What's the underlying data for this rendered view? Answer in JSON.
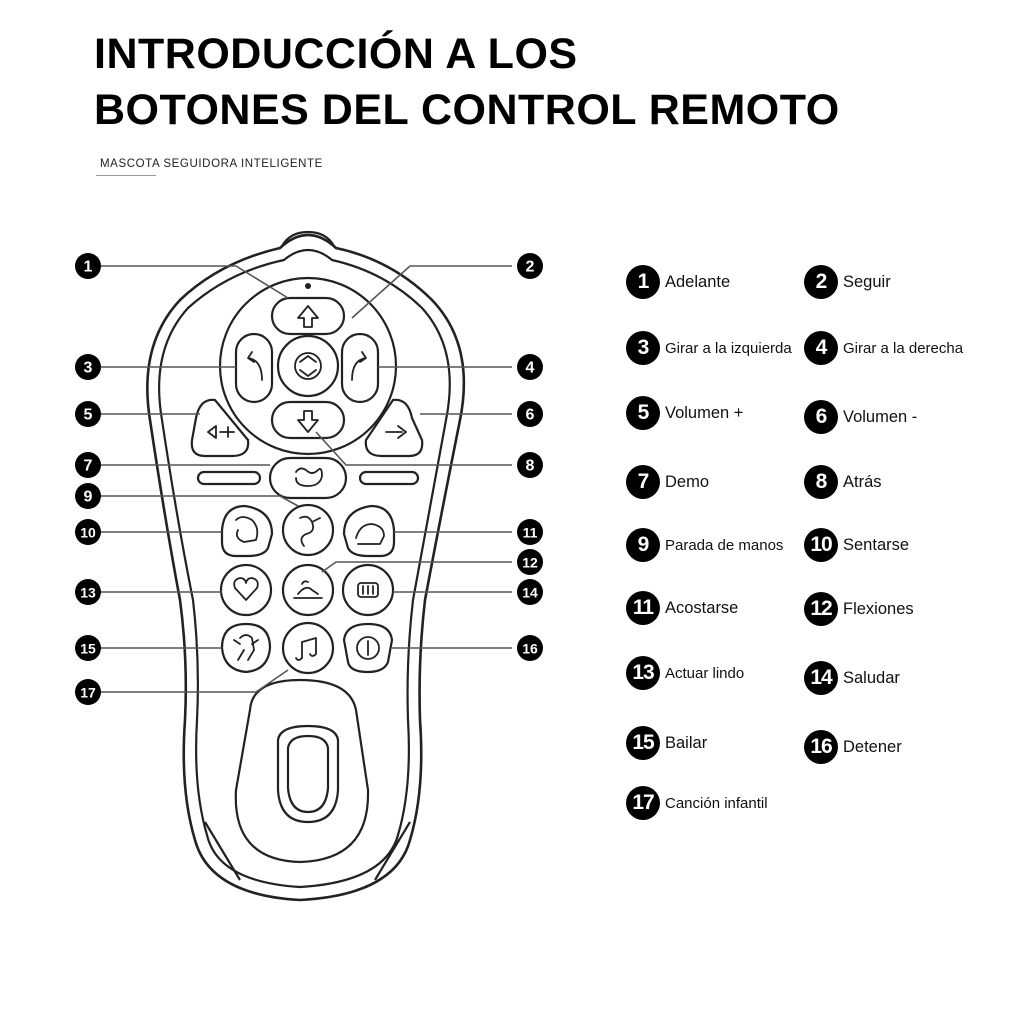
{
  "header": {
    "title_line1": "INTRODUCCIÓN A LOS",
    "title_line2": "BOTONES DEL CONTROL REMOTO",
    "subtitle": "MASCOTA SEGUIDORA INTELIGENTE"
  },
  "callouts": [
    "1",
    "2",
    "3",
    "4",
    "5",
    "6",
    "7",
    "8",
    "9",
    "10",
    "11",
    "12",
    "13",
    "14",
    "15",
    "16",
    "17"
  ],
  "legend": [
    {
      "number": "1",
      "label": "Adelante"
    },
    {
      "number": "2",
      "label": "Seguir"
    },
    {
      "number": "3",
      "label": "Girar a la izquierda"
    },
    {
      "number": "4",
      "label": "Girar a la derecha"
    },
    {
      "number": "5",
      "label": "Volumen +"
    },
    {
      "number": "6",
      "label": "Volumen -"
    },
    {
      "number": "7",
      "label": "Demo"
    },
    {
      "number": "8",
      "label": "Atrás"
    },
    {
      "number": "9",
      "label": "Parada de manos"
    },
    {
      "number": "10",
      "label": "Sentarse"
    },
    {
      "number": "11",
      "label": "Acostarse"
    },
    {
      "number": "12",
      "label": "Flexiones"
    },
    {
      "number": "13",
      "label": "Actuar lindo"
    },
    {
      "number": "14",
      "label": "Saludar"
    },
    {
      "number": "15",
      "label": "Bailar"
    },
    {
      "number": "16",
      "label": "Detener"
    },
    {
      "number": "17",
      "label": "Canción infantil"
    }
  ],
  "icons": {
    "forward": "arrow-up-icon",
    "follow": "follow-circle-icon",
    "turn_left": "turn-left-icon",
    "turn_right": "turn-right-icon",
    "back": "arrow-down-icon",
    "volume_up": "volume-up-icon",
    "volume_down": "volume-down-icon",
    "demo": "demo-icon",
    "handstand": "handstand-icon",
    "sit": "sit-icon",
    "lie_down": "lie-down-icon",
    "pushups": "pushups-icon",
    "act_cute": "heart-icon",
    "wave": "wave-icon",
    "dance": "dance-icon",
    "stop": "stop-icon",
    "song": "music-icon"
  },
  "colors": {
    "ink": "#000000",
    "outline": "#222222",
    "background": "#ffffff"
  }
}
